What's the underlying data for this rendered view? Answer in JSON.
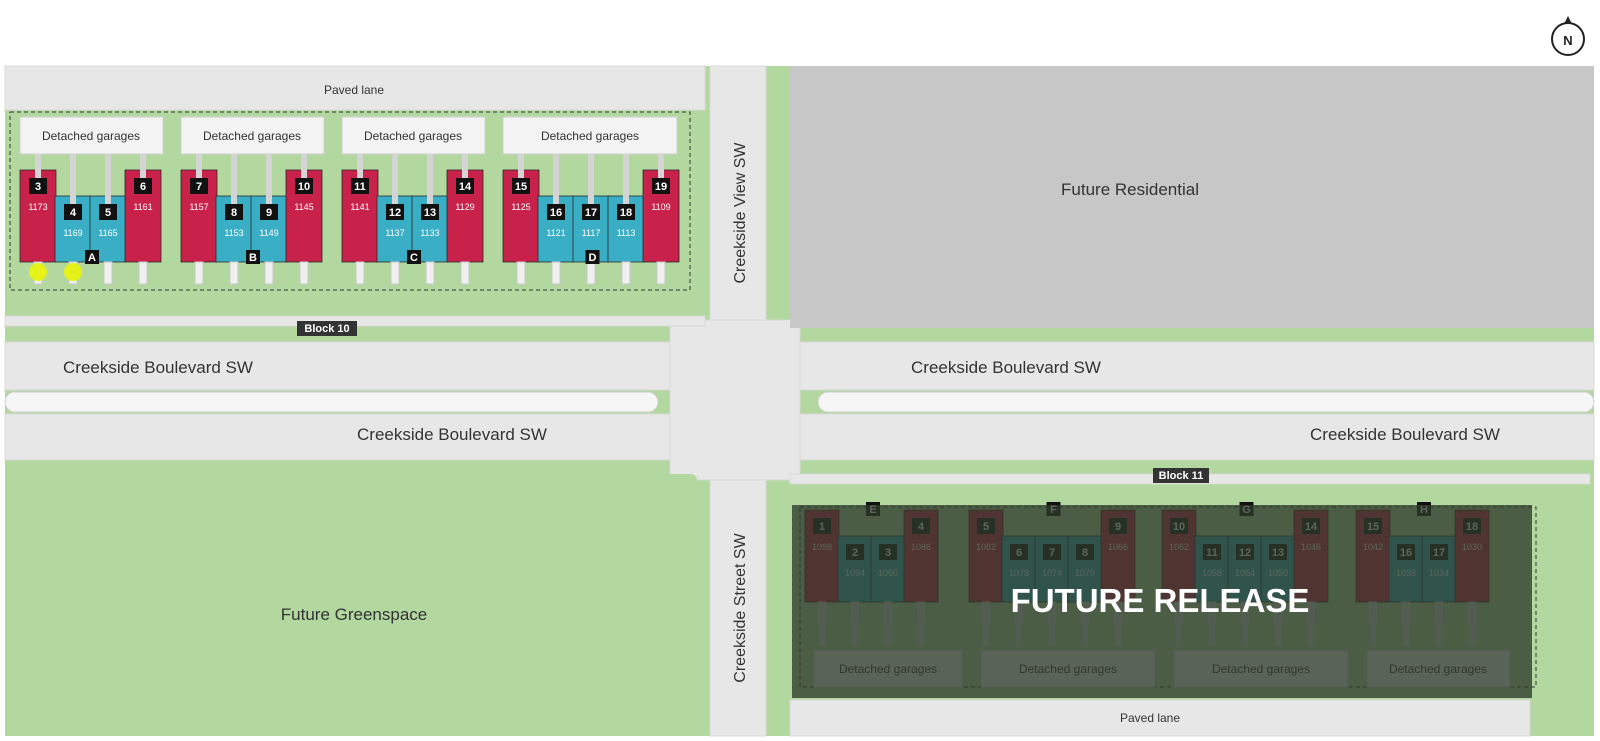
{
  "compass": {
    "label": "N"
  },
  "colors": {
    "grass": "#b2d8a0",
    "road": "#e8e7e8",
    "lot_line": "#9aa0a3",
    "available_unit": "#c8224a",
    "available_unit_alt": "#39aec4",
    "future_release_overlay": "#2e3a2a",
    "future_residential": "#c7c7c7",
    "marker": "#e5f21a",
    "label_box": "#111111"
  },
  "roads": {
    "paved_lane_top": "Paved lane",
    "paved_lane_bottom": "Paved lane",
    "creekside_view": "Creekside View SW",
    "creekside_street": "Creekside Street SW",
    "boulevard_upper_left": "Creekside Boulevard SW",
    "boulevard_upper_right": "Creekside Boulevard SW",
    "boulevard_lower_left": "Creekside Boulevard SW",
    "boulevard_lower_right": "Creekside Boulevard SW"
  },
  "areas": {
    "future_residential": "Future Residential",
    "future_greenspace": "Future Greenspace",
    "future_release": "FUTURE RELEASE"
  },
  "blocks": {
    "block10": "Block 10",
    "block11": "Block 11"
  },
  "garage_label": "Detached garages",
  "block10_units": [
    {
      "num": "3",
      "address": "1173",
      "style": "red"
    },
    {
      "num": "4",
      "address": "1169",
      "style": "blue"
    },
    {
      "num": "5",
      "address": "1165",
      "style": "blue"
    },
    {
      "num": "6",
      "address": "1161",
      "style": "red"
    },
    {
      "num": "7",
      "address": "1157",
      "style": "red"
    },
    {
      "num": "8",
      "address": "1153",
      "style": "blue"
    },
    {
      "num": "9",
      "address": "1149",
      "style": "blue"
    },
    {
      "num": "10",
      "address": "1145",
      "style": "red"
    },
    {
      "num": "11",
      "address": "1141",
      "style": "red"
    },
    {
      "num": "12",
      "address": "1137",
      "style": "blue"
    },
    {
      "num": "13",
      "address": "1133",
      "style": "blue"
    },
    {
      "num": "14",
      "address": "1129",
      "style": "red"
    },
    {
      "num": "15",
      "address": "1125",
      "style": "red"
    },
    {
      "num": "16",
      "address": "1121",
      "style": "blue"
    },
    {
      "num": "17",
      "address": "1117",
      "style": "blue"
    },
    {
      "num": "18",
      "address": "1113",
      "style": "blue"
    },
    {
      "num": "19",
      "address": "1109",
      "style": "red"
    }
  ],
  "block10_buildings": [
    "A",
    "B",
    "C",
    "D"
  ],
  "block11_units": [
    {
      "num": "1",
      "address": "1098",
      "style": "red"
    },
    {
      "num": "2",
      "address": "1094",
      "style": "blue"
    },
    {
      "num": "3",
      "address": "1090",
      "style": "blue"
    },
    {
      "num": "4",
      "address": "1086",
      "style": "red"
    },
    {
      "num": "5",
      "address": "1082",
      "style": "red"
    },
    {
      "num": "6",
      "address": "1078",
      "style": "blue"
    },
    {
      "num": "7",
      "address": "1074",
      "style": "blue"
    },
    {
      "num": "8",
      "address": "1070",
      "style": "blue"
    },
    {
      "num": "9",
      "address": "1066",
      "style": "red"
    },
    {
      "num": "10",
      "address": "1062",
      "style": "red"
    },
    {
      "num": "11",
      "address": "1058",
      "style": "blue"
    },
    {
      "num": "12",
      "address": "1054",
      "style": "blue"
    },
    {
      "num": "13",
      "address": "1050",
      "style": "blue"
    },
    {
      "num": "14",
      "address": "1046",
      "style": "red"
    },
    {
      "num": "15",
      "address": "1042",
      "style": "red"
    },
    {
      "num": "16",
      "address": "1038",
      "style": "blue"
    },
    {
      "num": "17",
      "address": "1034",
      "style": "blue"
    },
    {
      "num": "18",
      "address": "1030",
      "style": "red"
    }
  ],
  "block11_buildings": [
    "E",
    "F",
    "G",
    "H"
  ]
}
